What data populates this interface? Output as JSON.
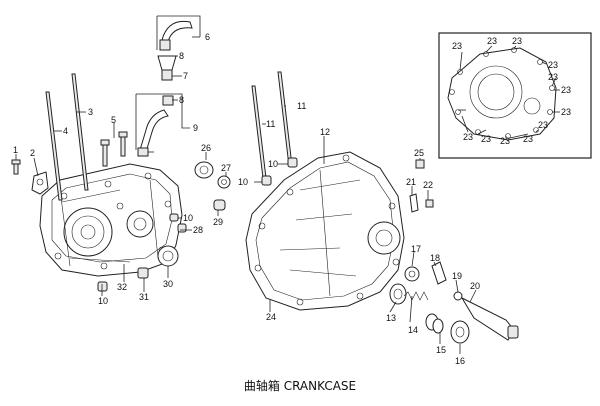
{
  "caption": "曲轴箱 CRANKCASE",
  "callouts": [
    "1",
    "2",
    "3",
    "4",
    "5",
    "6",
    "7",
    "8",
    "8",
    "9",
    "10",
    "10",
    "10",
    "10",
    "11",
    "11",
    "12",
    "13",
    "14",
    "15",
    "16",
    "17",
    "18",
    "19",
    "20",
    "21",
    "22",
    "23",
    "24",
    "25",
    "26",
    "27",
    "28",
    "29",
    "30",
    "31",
    "32"
  ],
  "inset_callouts": [
    "23",
    "23",
    "23",
    "23",
    "23",
    "23",
    "23",
    "23",
    "23",
    "23",
    "23",
    "23",
    "23",
    "23"
  ]
}
